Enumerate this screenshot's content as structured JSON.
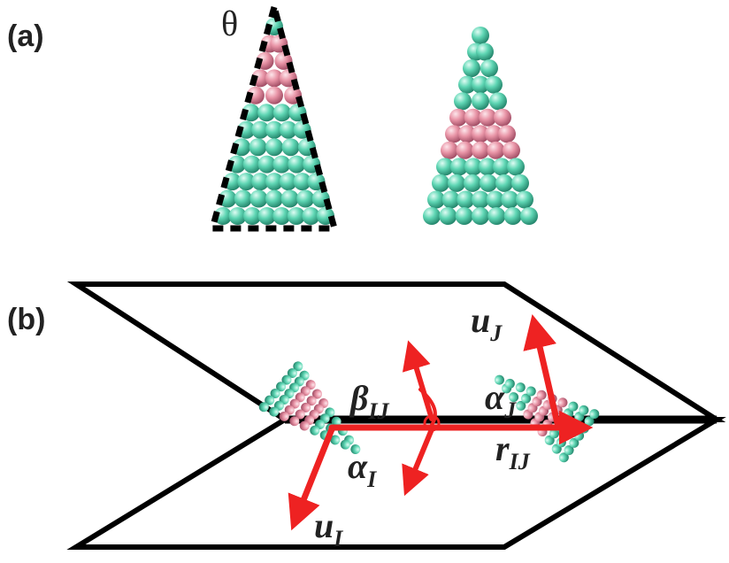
{
  "panels": {
    "a": {
      "label": "(a)"
    },
    "b": {
      "label": "(b)"
    }
  },
  "symbols": {
    "theta": "θ",
    "u_I": {
      "main": "u",
      "sub": "I"
    },
    "u_J": {
      "main": "u",
      "sub": "J"
    },
    "beta_IJ": {
      "main": "β",
      "sub": "IJ"
    },
    "alpha_I": {
      "main": "α",
      "sub": "I"
    },
    "alpha_J": {
      "main": "α",
      "sub": "J"
    },
    "r_IJ": {
      "main": "r",
      "sub": "IJ"
    }
  },
  "colors": {
    "green_bead": "#5fd6b4",
    "green_bead_dark": "#2a8f75",
    "pink_bead": "#e995a7",
    "pink_bead_dark": "#a85066",
    "arrow": "#ee2222",
    "outline": "#000000"
  }
}
